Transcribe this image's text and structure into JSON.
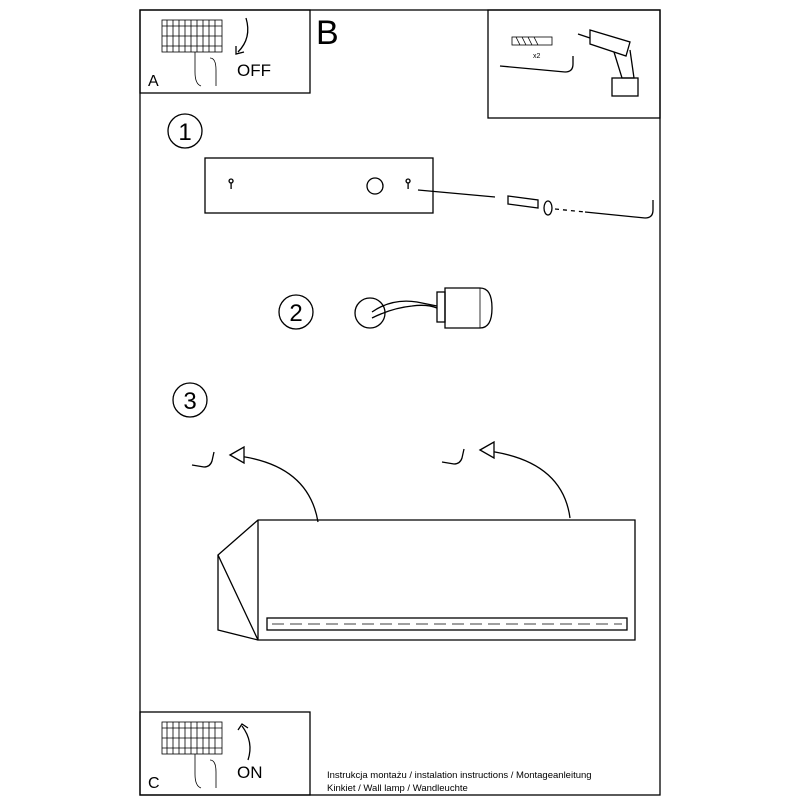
{
  "panel_a": {
    "label": "A",
    "action": "OFF"
  },
  "panel_b": {
    "label": "B",
    "quantity": "x2"
  },
  "panel_c": {
    "label": "C",
    "action": "ON"
  },
  "steps": [
    "1",
    "2",
    "3"
  ],
  "footer": {
    "line1": "Instrukcja montażu / instalation instructions / Montageanleitung",
    "line2": "Kinkiet / Wall lamp / Wandleuchte"
  }
}
